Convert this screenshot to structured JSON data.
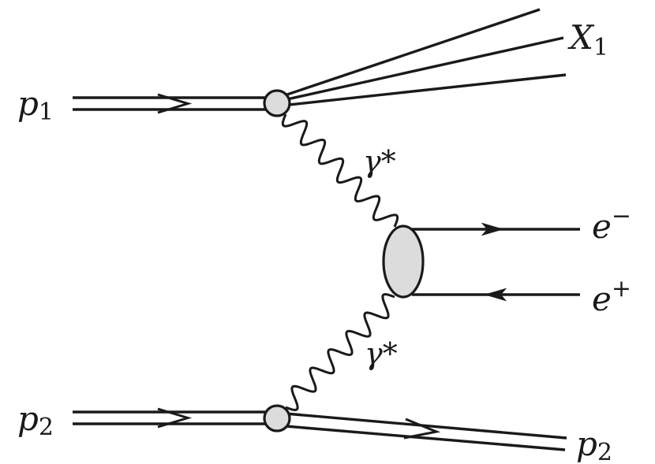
{
  "diagram": {
    "labels": {
      "incoming_proton_1": {
        "base": "p",
        "sub": "1"
      },
      "incoming_proton_2": {
        "base": "p",
        "sub": "2"
      },
      "outgoing_proton_2": {
        "base": "p",
        "sub": "2"
      },
      "remnant_x1": {
        "base": "X",
        "sub": "1"
      },
      "photon_upper": "γ*",
      "photon_lower": "γ*",
      "electron": {
        "base": "e",
        "sup": "−"
      },
      "positron": {
        "base": "e",
        "sup": "+"
      }
    },
    "colors": {
      "line": "#1a1a1a",
      "blob_fill": "#dcdcdc"
    }
  }
}
